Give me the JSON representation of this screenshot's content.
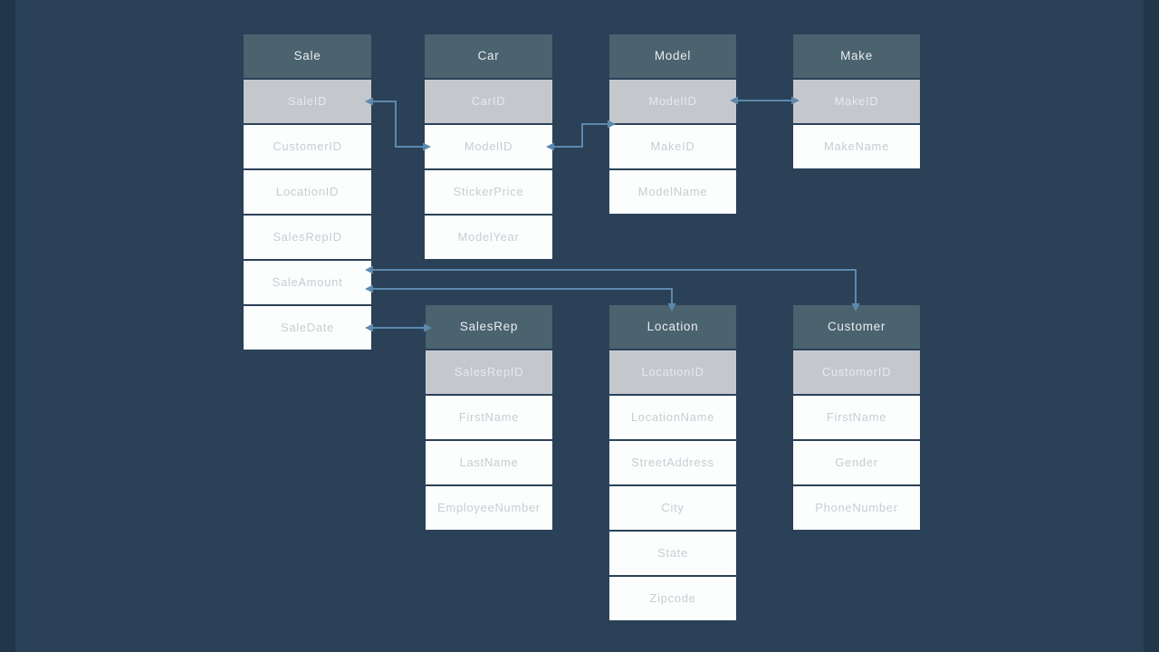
{
  "colors": {
    "bg": "#2a4157",
    "header_bg": "#4b626f",
    "header_text": "#e9edf0",
    "pk_bg": "#c4c8cd",
    "pk_text": "#e6e9ec",
    "row_bg": "#fcfdfd",
    "row_text": "#c8cdd3",
    "connector": "#5d89ae"
  },
  "tables": [
    {
      "name": "Sale",
      "rows": [
        {
          "label": "SaleID",
          "pk": true
        },
        {
          "label": "CustomerID"
        },
        {
          "label": "LocationID"
        },
        {
          "label": "SalesRepID"
        },
        {
          "label": "SaleAmount"
        },
        {
          "label": "SaleDate"
        }
      ]
    },
    {
      "name": "Car",
      "rows": [
        {
          "label": "CarID",
          "pk": true
        },
        {
          "label": "ModelID"
        },
        {
          "label": "StickerPrice"
        },
        {
          "label": "ModelYear"
        }
      ]
    },
    {
      "name": "Model",
      "rows": [
        {
          "label": "ModelID",
          "pk": true
        },
        {
          "label": "MakeID"
        },
        {
          "label": "ModelName"
        }
      ]
    },
    {
      "name": "Make",
      "rows": [
        {
          "label": "MakeID",
          "pk": true
        },
        {
          "label": "MakeName"
        }
      ]
    },
    {
      "name": "SalesRep",
      "rows": [
        {
          "label": "SalesRepID",
          "pk": true
        },
        {
          "label": "FirstName"
        },
        {
          "label": "LastName"
        },
        {
          "label": "EmployeeNumber"
        }
      ]
    },
    {
      "name": "Location",
      "rows": [
        {
          "label": "LocationID",
          "pk": true
        },
        {
          "label": "LocationName"
        },
        {
          "label": "StreetAddress"
        },
        {
          "label": "City"
        },
        {
          "label": "State"
        },
        {
          "label": "Zipcode"
        }
      ]
    },
    {
      "name": "Customer",
      "rows": [
        {
          "label": "CustomerID",
          "pk": true
        },
        {
          "label": "FirstName"
        },
        {
          "label": "Gender"
        },
        {
          "label": "PhoneNumber"
        }
      ]
    }
  ],
  "relationships": [
    {
      "from": "Sale.SaleID",
      "to": "Car.ModelID"
    },
    {
      "from": "Car.ModelID",
      "to": "Model.ModelID"
    },
    {
      "from": "Model.ModelID",
      "to": "Make.MakeID"
    },
    {
      "from": "Sale",
      "to": "Customer"
    },
    {
      "from": "Sale",
      "to": "Location"
    },
    {
      "from": "Sale.SaleDate",
      "to": "SalesRep"
    }
  ]
}
